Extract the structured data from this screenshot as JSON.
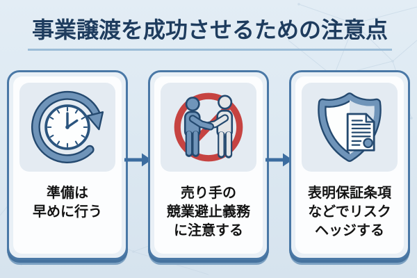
{
  "title": "事業譲渡を成功させるための注意点",
  "steps": [
    {
      "icon": "clock-rotation",
      "lines": [
        "準備は",
        "早めに行う"
      ]
    },
    {
      "icon": "no-handshake",
      "lines": [
        "売り手の",
        "競業避止義務",
        "に注意する"
      ]
    },
    {
      "icon": "shield-document",
      "lines": [
        "表明保証条項",
        "などでリスク",
        "ヘッジする"
      ]
    }
  ],
  "flow": {
    "arrow_icon": "right-arrow",
    "arrow_count": 2
  },
  "colors": {
    "background": "#dde9f2",
    "title_navy": "#1e3c5e",
    "title_underline": "#9cbdd7",
    "card_border": "#4a78a6",
    "card_padding_bg": "#e9f0f6",
    "card_inner_bg": "#fcfdfe",
    "icon_box_bg": "#e4ebf2",
    "arrow_blue": "#3c6da0",
    "icon_steel_blue": "#6f94b9",
    "icon_navy_outline": "#24496f",
    "prohibition_red": "#c64341",
    "person_gray": "#e4e6e8",
    "body_text": "#141414"
  }
}
